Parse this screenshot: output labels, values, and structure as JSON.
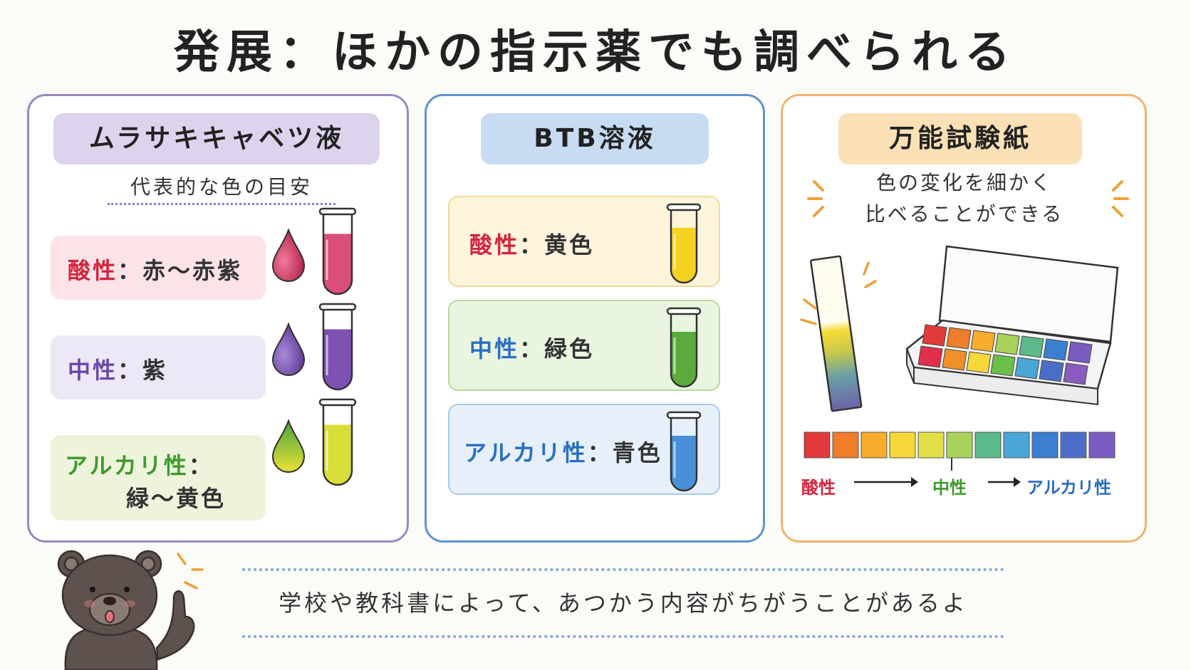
{
  "title": "発展：ほかの指示薬でも調べられる",
  "panels": {
    "cabbage": {
      "title": "ムラサキキャベツ液",
      "subtitle": "代表的な色の目安",
      "acid": {
        "label": "酸性",
        "sep": "：",
        "color_text": "赤〜赤紫",
        "color": "#d94f78"
      },
      "neutral": {
        "label": "中性",
        "sep": "：",
        "color_text": "紫",
        "color": "#7d52b3"
      },
      "alkali": {
        "label": "アルカリ性",
        "sep": "：",
        "color_text": "緑〜黄色",
        "color": "#d8df3a"
      }
    },
    "btb": {
      "title": "BTB溶液",
      "acid": {
        "label": "酸性",
        "sep": "：",
        "color_text": "黄色",
        "color": "#f5d21f"
      },
      "neutral": {
        "label": "中性",
        "sep": "：",
        "color_text": "緑色",
        "color": "#5aab3c"
      },
      "alkali": {
        "label": "アルカリ性",
        "sep": "：",
        "color_text": "青色",
        "color": "#4a90d9"
      }
    },
    "paper": {
      "title": "万能試験紙",
      "desc_line1": "色の変化を細かく",
      "desc_line2": "比べることができる",
      "scale_colors": [
        "#e23a3a",
        "#f07d2a",
        "#f6ad2b",
        "#f7d73a",
        "#e2e04a",
        "#a8d25a",
        "#5cba8a",
        "#4aa6d6",
        "#3a7fd0",
        "#4a6ec8",
        "#7a5cc0"
      ],
      "scale_acid": "酸性",
      "scale_neutral": "中性",
      "scale_alkali": "アルカリ性"
    }
  },
  "note": "学校や教科書によって、あつかう内容がちがうことがあるよ"
}
